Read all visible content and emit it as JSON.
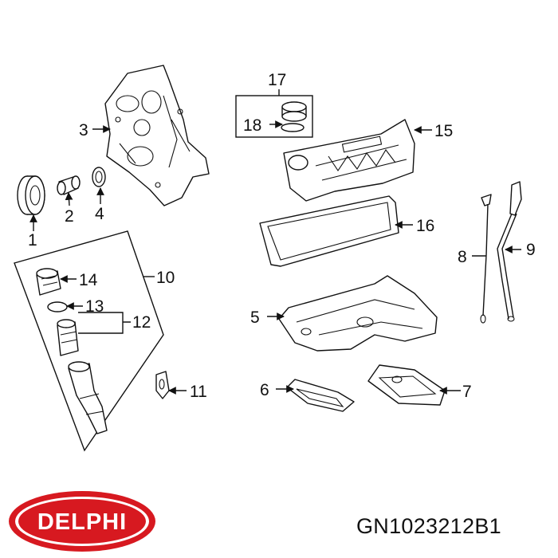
{
  "callouts": {
    "c1": "1",
    "c2": "2",
    "c3": "3",
    "c4": "4",
    "c5": "5",
    "c6": "6",
    "c7": "7",
    "c8": "8",
    "c9": "9",
    "c10": "10",
    "c11": "11",
    "c12": "12",
    "c13": "13",
    "c14": "14",
    "c15": "15",
    "c16": "16",
    "c17": "17",
    "c18": "18"
  },
  "part_number": "GN1023212B1",
  "logo": {
    "text": "DELPHI",
    "brand_color": "#d71920"
  },
  "colors": {
    "line": "#111111",
    "background": "#ffffff"
  }
}
